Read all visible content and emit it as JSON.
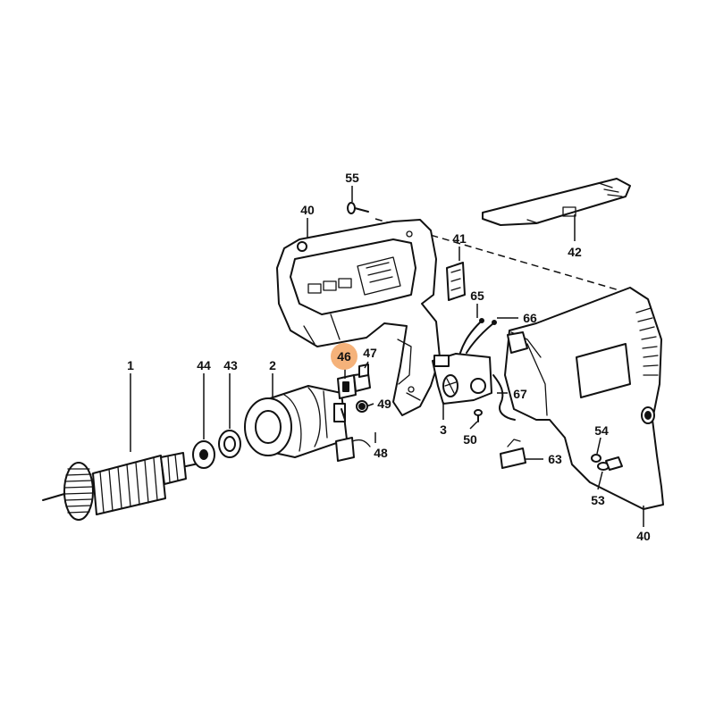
{
  "diagram": {
    "highlight_color": "#f5b27a",
    "highlighted_part": "46",
    "parts": [
      {
        "id": "p1",
        "label": "1"
      },
      {
        "id": "p44",
        "label": "44"
      },
      {
        "id": "p43",
        "label": "43"
      },
      {
        "id": "p2",
        "label": "2"
      },
      {
        "id": "p46",
        "label": "46"
      },
      {
        "id": "p47",
        "label": "47"
      },
      {
        "id": "p49",
        "label": "49"
      },
      {
        "id": "p48",
        "label": "48"
      },
      {
        "id": "p3",
        "label": "3"
      },
      {
        "id": "p50",
        "label": "50"
      },
      {
        "id": "p55",
        "label": "55"
      },
      {
        "id": "p40a",
        "label": "40"
      },
      {
        "id": "p41",
        "label": "41"
      },
      {
        "id": "p42",
        "label": "42"
      },
      {
        "id": "p65",
        "label": "65"
      },
      {
        "id": "p66",
        "label": "66"
      },
      {
        "id": "p67",
        "label": "67"
      },
      {
        "id": "p63",
        "label": "63"
      },
      {
        "id": "p54",
        "label": "54"
      },
      {
        "id": "p53",
        "label": "53"
      },
      {
        "id": "p40b",
        "label": "40"
      }
    ]
  }
}
